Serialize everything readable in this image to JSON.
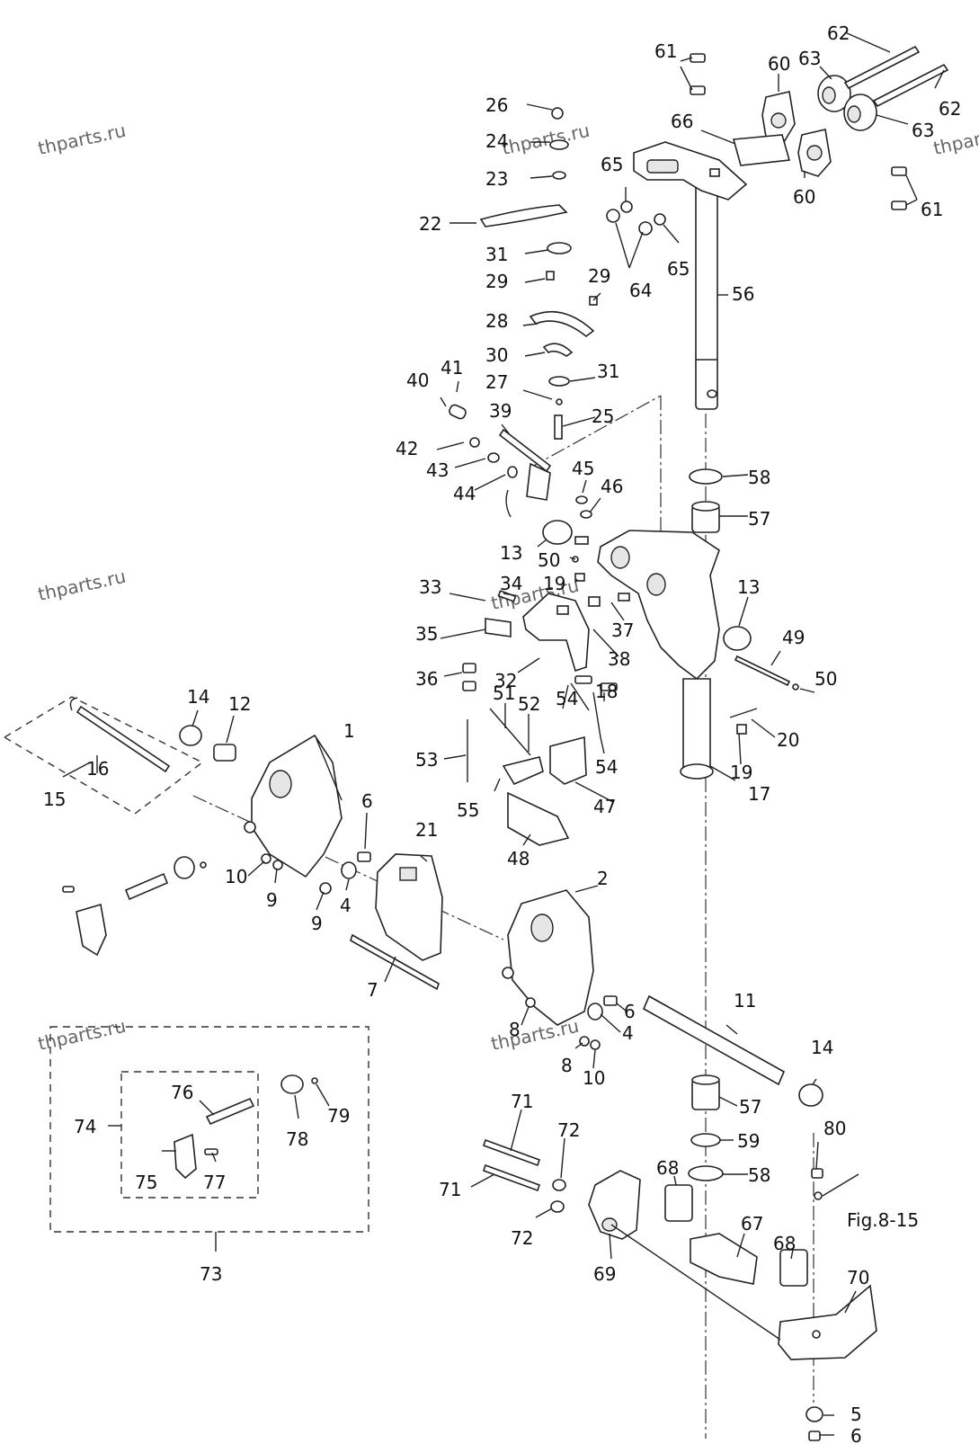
{
  "diagram": {
    "watermarks": [
      "thparts.ru",
      "thparts.ru",
      "thparts.ru",
      "thparts.ru",
      "thparts.ru",
      "thparts.ru",
      "thparts.ru"
    ],
    "reference_label": "Fig.8-15",
    "callouts": [
      {
        "id": "c61a",
        "text": "61"
      },
      {
        "id": "c62a",
        "text": "62"
      },
      {
        "id": "c60a",
        "text": "60"
      },
      {
        "id": "c63a",
        "text": "63"
      },
      {
        "id": "c62b",
        "text": "62"
      },
      {
        "id": "c63b",
        "text": "63"
      },
      {
        "id": "c66",
        "text": "66"
      },
      {
        "id": "c60b",
        "text": "60"
      },
      {
        "id": "c61b",
        "text": "61"
      },
      {
        "id": "c65a",
        "text": "65"
      },
      {
        "id": "c64",
        "text": "64"
      },
      {
        "id": "c65b",
        "text": "65"
      },
      {
        "id": "c56",
        "text": "56"
      },
      {
        "id": "c26",
        "text": "26"
      },
      {
        "id": "c24",
        "text": "24"
      },
      {
        "id": "c23",
        "text": "23"
      },
      {
        "id": "c22",
        "text": "22"
      },
      {
        "id": "c31a",
        "text": "31"
      },
      {
        "id": "c29a",
        "text": "29"
      },
      {
        "id": "c29b",
        "text": "29"
      },
      {
        "id": "c28",
        "text": "28"
      },
      {
        "id": "c30",
        "text": "30"
      },
      {
        "id": "c31b",
        "text": "31"
      },
      {
        "id": "c27",
        "text": "27"
      },
      {
        "id": "c25",
        "text": "25"
      },
      {
        "id": "c40",
        "text": "40"
      },
      {
        "id": "c41",
        "text": "41"
      },
      {
        "id": "c39",
        "text": "39"
      },
      {
        "id": "c42",
        "text": "42"
      },
      {
        "id": "c43",
        "text": "43"
      },
      {
        "id": "c44",
        "text": "44"
      },
      {
        "id": "c45",
        "text": "45"
      },
      {
        "id": "c46",
        "text": "46"
      },
      {
        "id": "c58a",
        "text": "58"
      },
      {
        "id": "c57a",
        "text": "57"
      },
      {
        "id": "c13a",
        "text": "13"
      },
      {
        "id": "c50a",
        "text": "50"
      },
      {
        "id": "c33",
        "text": "33"
      },
      {
        "id": "c34",
        "text": "34"
      },
      {
        "id": "c19a",
        "text": "19"
      },
      {
        "id": "c37",
        "text": "37"
      },
      {
        "id": "c38",
        "text": "38"
      },
      {
        "id": "c13b",
        "text": "13"
      },
      {
        "id": "c49",
        "text": "49"
      },
      {
        "id": "c50b",
        "text": "50"
      },
      {
        "id": "c35",
        "text": "35"
      },
      {
        "id": "c32",
        "text": "32"
      },
      {
        "id": "c36",
        "text": "36"
      },
      {
        "id": "c54a",
        "text": "54"
      },
      {
        "id": "c18",
        "text": "18"
      },
      {
        "id": "c51",
        "text": "51"
      },
      {
        "id": "c52",
        "text": "52"
      },
      {
        "id": "c53",
        "text": "53"
      },
      {
        "id": "c54b",
        "text": "54"
      },
      {
        "id": "c20",
        "text": "20"
      },
      {
        "id": "c19b",
        "text": "19"
      },
      {
        "id": "c17",
        "text": "17"
      },
      {
        "id": "c55",
        "text": "55"
      },
      {
        "id": "c47",
        "text": "47"
      },
      {
        "id": "c48",
        "text": "48"
      },
      {
        "id": "c14a",
        "text": "14"
      },
      {
        "id": "c12",
        "text": "12"
      },
      {
        "id": "c1",
        "text": "1"
      },
      {
        "id": "c16",
        "text": "16"
      },
      {
        "id": "c15",
        "text": "15"
      },
      {
        "id": "c6a",
        "text": "6"
      },
      {
        "id": "c21",
        "text": "21"
      },
      {
        "id": "c10a",
        "text": "10"
      },
      {
        "id": "c9a",
        "text": "9"
      },
      {
        "id": "c9b",
        "text": "9"
      },
      {
        "id": "c4a",
        "text": "4"
      },
      {
        "id": "c2",
        "text": "2"
      },
      {
        "id": "c7",
        "text": "7"
      },
      {
        "id": "c11",
        "text": "11"
      },
      {
        "id": "c6b",
        "text": "6"
      },
      {
        "id": "c4b",
        "text": "4"
      },
      {
        "id": "c8a",
        "text": "8"
      },
      {
        "id": "c8b",
        "text": "8"
      },
      {
        "id": "c10b",
        "text": "10"
      },
      {
        "id": "c14b",
        "text": "14"
      },
      {
        "id": "c57b",
        "text": "57"
      },
      {
        "id": "c59",
        "text": "59"
      },
      {
        "id": "c58b",
        "text": "58"
      },
      {
        "id": "c76",
        "text": "76"
      },
      {
        "id": "c74",
        "text": "74"
      },
      {
        "id": "c78",
        "text": "78"
      },
      {
        "id": "c79",
        "text": "79"
      },
      {
        "id": "c75",
        "text": "75"
      },
      {
        "id": "c77",
        "text": "77"
      },
      {
        "id": "c73",
        "text": "73"
      },
      {
        "id": "c71a",
        "text": "71"
      },
      {
        "id": "c72a",
        "text": "72"
      },
      {
        "id": "c71b",
        "text": "71"
      },
      {
        "id": "c72b",
        "text": "72"
      },
      {
        "id": "c68a",
        "text": "68"
      },
      {
        "id": "c67",
        "text": "67"
      },
      {
        "id": "c69",
        "text": "69"
      },
      {
        "id": "c80",
        "text": "80"
      },
      {
        "id": "c68b",
        "text": "68"
      },
      {
        "id": "c70",
        "text": "70"
      },
      {
        "id": "c5",
        "text": "5"
      },
      {
        "id": "c6c",
        "text": "6"
      }
    ]
  }
}
